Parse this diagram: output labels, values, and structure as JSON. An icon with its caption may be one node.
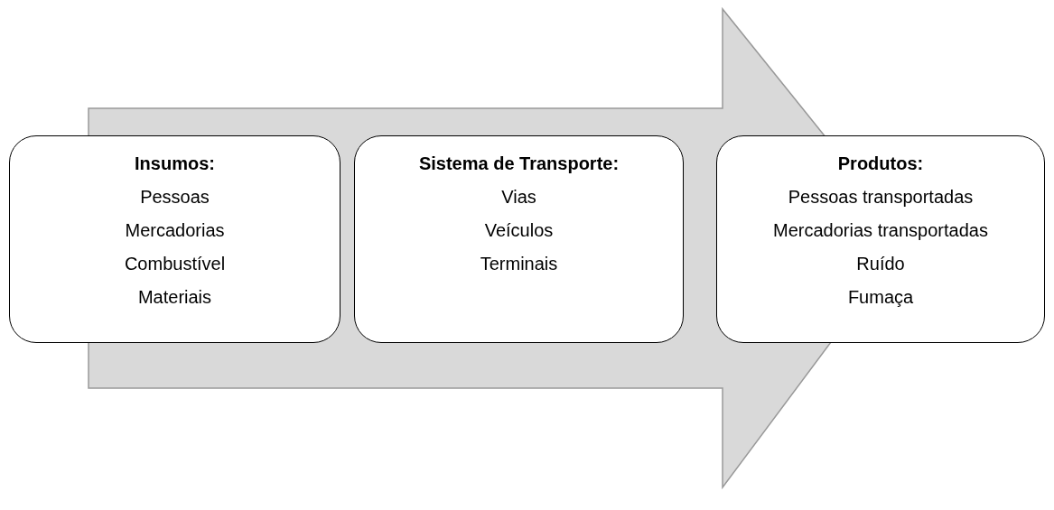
{
  "diagram": {
    "nodes": [
      {
        "text": [
          "Insumos:",
          "Pessoas",
          "Mercadorias",
          "Combustível",
          "Materiais"
        ]
      },
      {
        "text": [
          "Sistema de Transporte:",
          "Vias",
          "Veículos",
          "Terminais"
        ]
      },
      {
        "text": [
          "Produtos:",
          "Pessoas transportadas",
          "Mercadorias transportadas",
          "Ruído",
          "Fumaça"
        ]
      }
    ],
    "edges": [
      {
        "from": 0,
        "to": 2,
        "arrow": "to"
      }
    ]
  }
}
